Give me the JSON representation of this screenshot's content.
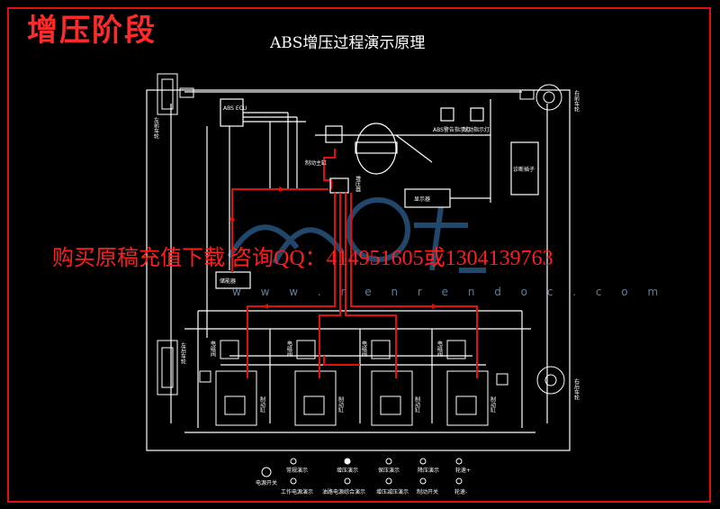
{
  "stage_title": "增压阶段",
  "diagram_title": "ABS增压过程演示原理",
  "watermark": {
    "text": "购买原稿充值下载 咨询QQ：414951605或1304139763",
    "url": "w w w . r e n r e n d o c . c o m"
  },
  "components": {
    "abs_ecu": "ABS ECU",
    "abs_warning_lamp": "ABS警告指示灯",
    "brake_lamp": "制动指示灯",
    "brake_master_cylinder": "制动主缸",
    "booster": "增压器",
    "display": "显示器",
    "diagnostic_port": "诊断插子",
    "accumulator": "储能器",
    "wheel_front_left": "左前车轮",
    "wheel_front_right": "右前车轮",
    "wheel_rear_left": "左后车轮",
    "wheel_rear_right": "右后车轮",
    "solenoid_1": "电磁阀",
    "solenoid_2": "电磁阀",
    "solenoid_3": "电磁阀",
    "solenoid_4": "电磁阀",
    "cylinder_1": "制动缸",
    "cylinder_2": "制动缸",
    "cylinder_3": "制动缸",
    "cylinder_4": "制动缸"
  },
  "legend": {
    "row1": [
      "常规演示",
      "增压演示",
      "保压演示",
      "降压演示",
      "轮速+"
    ],
    "row2": [
      "工作电源演示",
      "油路电源综合演示",
      "增压减压演示",
      "制动开关",
      "轮速-"
    ],
    "power_switch": "电源开关"
  },
  "colors": {
    "pipe_active": "#e01010",
    "pipe_idle": "#ffffff",
    "background": "#000000",
    "frame": "#d11111"
  }
}
